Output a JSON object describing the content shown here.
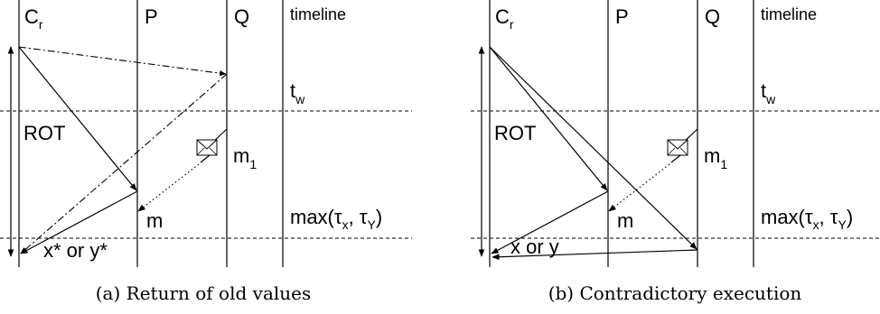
{
  "diagrams": [
    {
      "columns": {
        "c": "C",
        "c_sub": "r",
        "p": "P",
        "q": "Q",
        "timeline": "timeline"
      },
      "rot": "ROT",
      "tw": "t",
      "tw_sub": "w",
      "msg": "m",
      "msg_sub": "1",
      "m": "m",
      "max": "max(τ",
      "max_sub1": "x",
      "max_mid": ", τ",
      "max_sub2": "Y",
      "max_end": ")",
      "result": "x* or y*",
      "caption": "(a) Return of old values"
    },
    {
      "columns": {
        "c": "C",
        "c_sub": "r",
        "p": "P",
        "q": "Q",
        "timeline": "timeline"
      },
      "rot": "ROT",
      "tw": "t",
      "tw_sub": "w",
      "msg": "m",
      "msg_sub": "1",
      "m": "m",
      "max": "max(τ",
      "max_sub1": "x",
      "max_mid": ", τ",
      "max_sub2": "Y",
      "max_end": ")",
      "result": "x or y",
      "caption": "(b) Contradictory execution"
    }
  ]
}
